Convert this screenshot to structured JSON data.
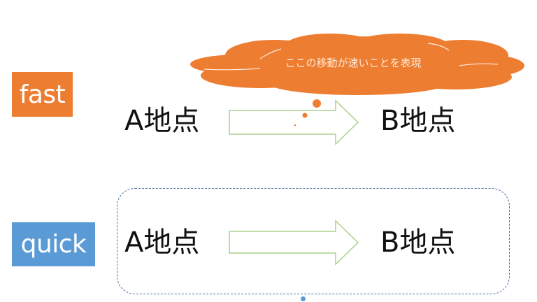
{
  "colors": {
    "fast_bg": "#ed7d31",
    "quick_bg": "#5b9bd5",
    "arrow_stroke": "#a9d18e",
    "cloud_fill": "#ed7d31",
    "selection_border": "#4a6fa5",
    "selection_handle": "#5b9bd5"
  },
  "rows": [
    {
      "label": "fast",
      "from": "A地点",
      "to": "B地点",
      "arrow_icon": "right-arrow-outline"
    },
    {
      "label": "quick",
      "from": "A地点",
      "to": "B地点",
      "arrow_icon": "right-arrow-outline"
    }
  ],
  "callout": {
    "shape": "cloud-callout",
    "text": "ここの移動が速いことを表現"
  }
}
